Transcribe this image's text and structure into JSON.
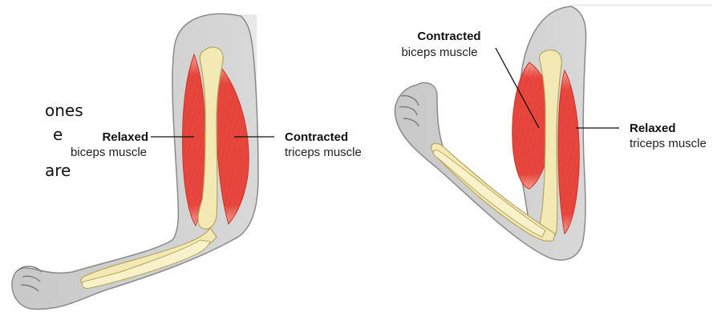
{
  "background_text": {
    "line1": "ones",
    "line2": "e",
    "line3": "are"
  },
  "left_arm": {
    "biceps": {
      "title": "Relaxed",
      "subtitle": "biceps muscle"
    },
    "triceps": {
      "title": "Contracted",
      "subtitle": "triceps muscle"
    }
  },
  "right_arm": {
    "biceps": {
      "title": "Contracted",
      "subtitle": "biceps muscle"
    },
    "triceps": {
      "title": "Relaxed",
      "subtitle": "triceps muscle"
    }
  },
  "colors": {
    "skin": "#cfcfcf",
    "skin_outline": "#8a8a8a",
    "muscle": "#e8463c",
    "muscle_light": "#f59a8e",
    "bone": "#f3e9b4",
    "bone_outline": "#b3a760"
  }
}
